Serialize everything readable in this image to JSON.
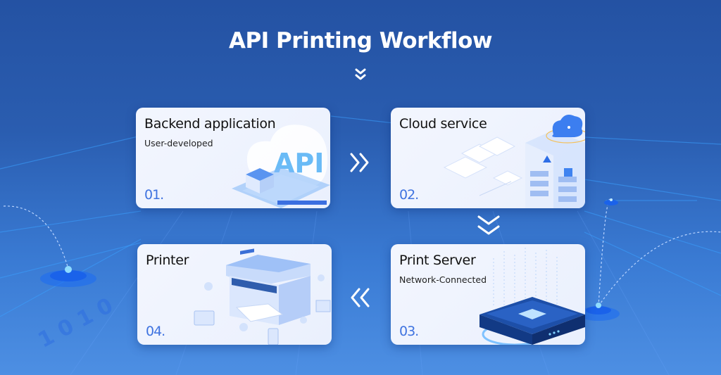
{
  "title": "API Printing Workflow",
  "icons": {
    "title_arrow": "double-chevron-down",
    "arrow_1_to_2": "double-chevron-right",
    "arrow_2_to_3": "double-chevron-down",
    "arrow_3_to_4": "double-chevron-left"
  },
  "steps": [
    {
      "number": "01.",
      "title": "Backend application",
      "subtitle": "User-developed",
      "illustration": "api-cloud-server"
    },
    {
      "number": "02.",
      "title": "Cloud service",
      "subtitle": "",
      "illustration": "cloud-data-center"
    },
    {
      "number": "03.",
      "title": "Print Server",
      "subtitle": "Network-Connected",
      "illustration": "print-server-box"
    },
    {
      "number": "04.",
      "title": "Printer",
      "subtitle": "",
      "illustration": "laser-printer"
    }
  ],
  "illustration_text": {
    "api_label": "API"
  },
  "background_binary": "1010",
  "colors": {
    "background_top": "#2452a3",
    "background_bottom": "#4d8fe3",
    "card": "#eef2fd",
    "number_accent": "#3f73e0",
    "title_text": "#ffffff"
  }
}
